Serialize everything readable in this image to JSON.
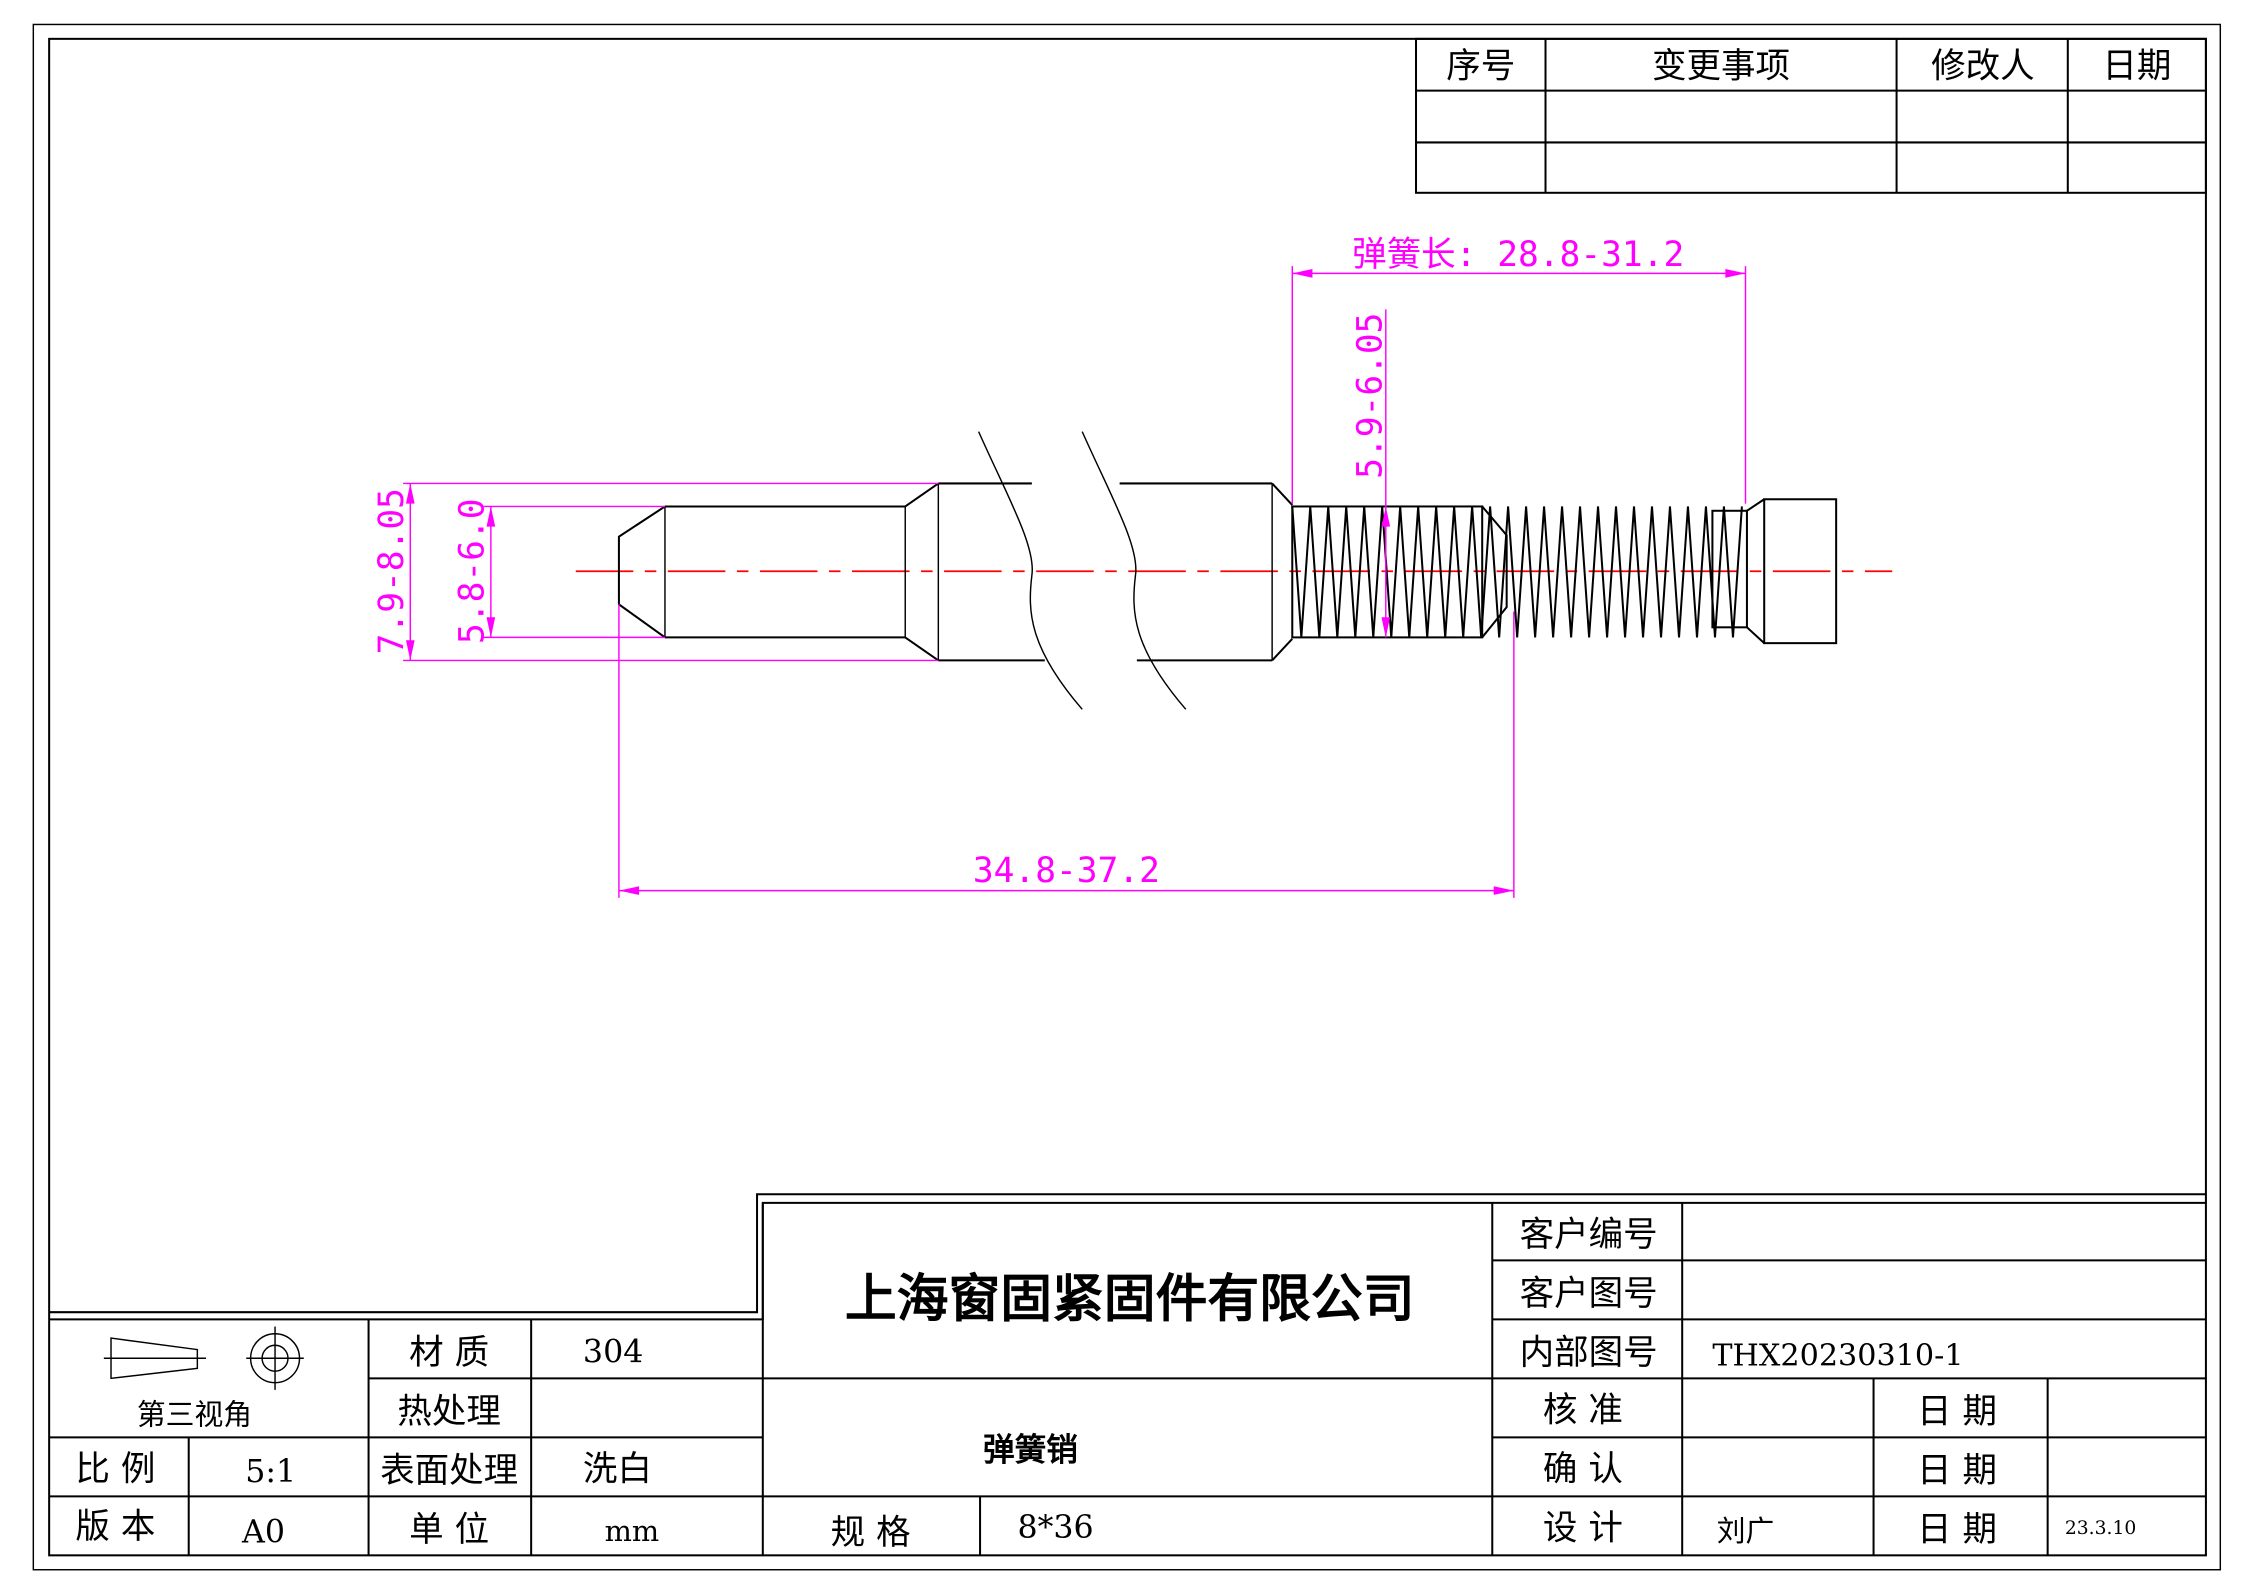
{
  "revision_table": {
    "headers": [
      "序号",
      "变更事项",
      "修改人",
      "日期"
    ],
    "rows": [
      [
        "",
        "",
        "",
        ""
      ],
      [
        "",
        "",
        "",
        ""
      ]
    ]
  },
  "dimensions": {
    "spring_length": "弹簧长: 28.8-31.2",
    "spring_diameter": "5.9-6.05",
    "outer_diameter": "7.9-8.05",
    "inner_diameter": "5.8-6.0",
    "total_length": "34.8-37.2"
  },
  "title_block": {
    "company": "上海窗固紧固件有限公司",
    "part_name": "弹簧销",
    "projection_label": "第三视角",
    "material_label": "材 质",
    "material_value": "304",
    "heat_treatment_label": "热处理",
    "heat_treatment_value": "",
    "surface_label": "表面处理",
    "surface_value": "洗白",
    "scale_label": "比 例",
    "scale_value": "5:1",
    "version_label": "版 本",
    "version_value": "A0",
    "unit_label": "单 位",
    "unit_value": "mm",
    "spec_label": "规  格",
    "spec_value": "8*36",
    "customer_no_label": "客户编号",
    "customer_no_value": "",
    "customer_drawing_label": "客户图号",
    "customer_drawing_value": "",
    "internal_drawing_label": "内部图号",
    "internal_drawing_value": "THX20230310-1",
    "approve_label": "核  准",
    "approve_value": "",
    "confirm_label": "确  认",
    "confirm_value": "",
    "design_label": "设  计",
    "design_value": "刘广",
    "date_label": "日 期",
    "approve_date": "",
    "confirm_date": "",
    "design_date": "23.3.10"
  },
  "colors": {
    "dimension": "#ff00ff",
    "centerline": "#ff0000",
    "outline": "#000000"
  }
}
